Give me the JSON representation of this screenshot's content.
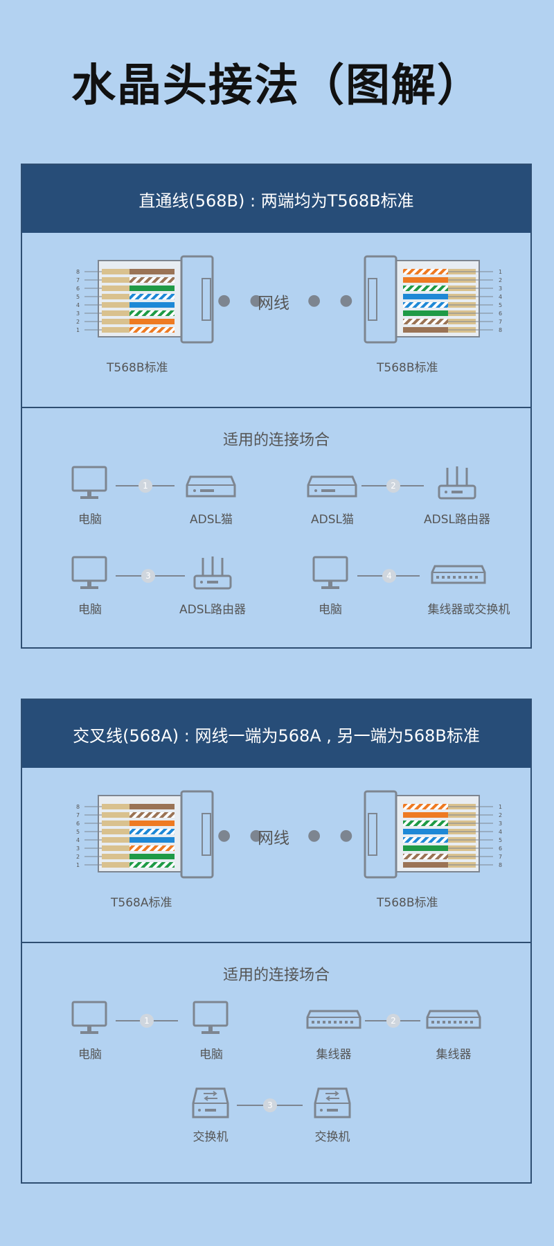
{
  "title": "水晶头接法（图解）",
  "straight": {
    "header": "直通线(568B) : 两端均为T568B标准",
    "left_label": "T568B标准",
    "right_label": "T568B标准",
    "cable_label": "网线",
    "scen_title": "适用的连接场合",
    "pairs": [
      {
        "num": "1",
        "a": "电脑",
        "b": "ADSL猫"
      },
      {
        "num": "2",
        "a": "ADSL猫",
        "b": "ADSL路由器"
      },
      {
        "num": "3",
        "a": "电脑",
        "b": "ADSL路由器"
      },
      {
        "num": "4",
        "a": "电脑",
        "b": "集线器或交换机"
      }
    ]
  },
  "cross": {
    "header": "交叉线(568A) : 网线一端为568A , 另一端为568B标准",
    "left_label": "T568A标准",
    "right_label": "T568B标准",
    "cable_label": "网线",
    "scen_title": "适用的连接场合",
    "pairs": [
      {
        "num": "1",
        "a": "电脑",
        "b": "电脑"
      },
      {
        "num": "2",
        "a": "集线器",
        "b": "集线器"
      },
      {
        "num": "3",
        "a": "交换机",
        "b": "交换机"
      }
    ]
  },
  "pins_desc": [
    "8",
    "7",
    "6",
    "5",
    "4",
    "3",
    "2",
    "1"
  ],
  "pins_asc": [
    "1",
    "2",
    "3",
    "4",
    "5",
    "6",
    "7",
    "8"
  ],
  "colors": {
    "orange": "#ee7a22",
    "green": "#1f9a46",
    "blue": "#1e88d6",
    "brown": "#9a7355",
    "tan": "#d9c18e"
  }
}
